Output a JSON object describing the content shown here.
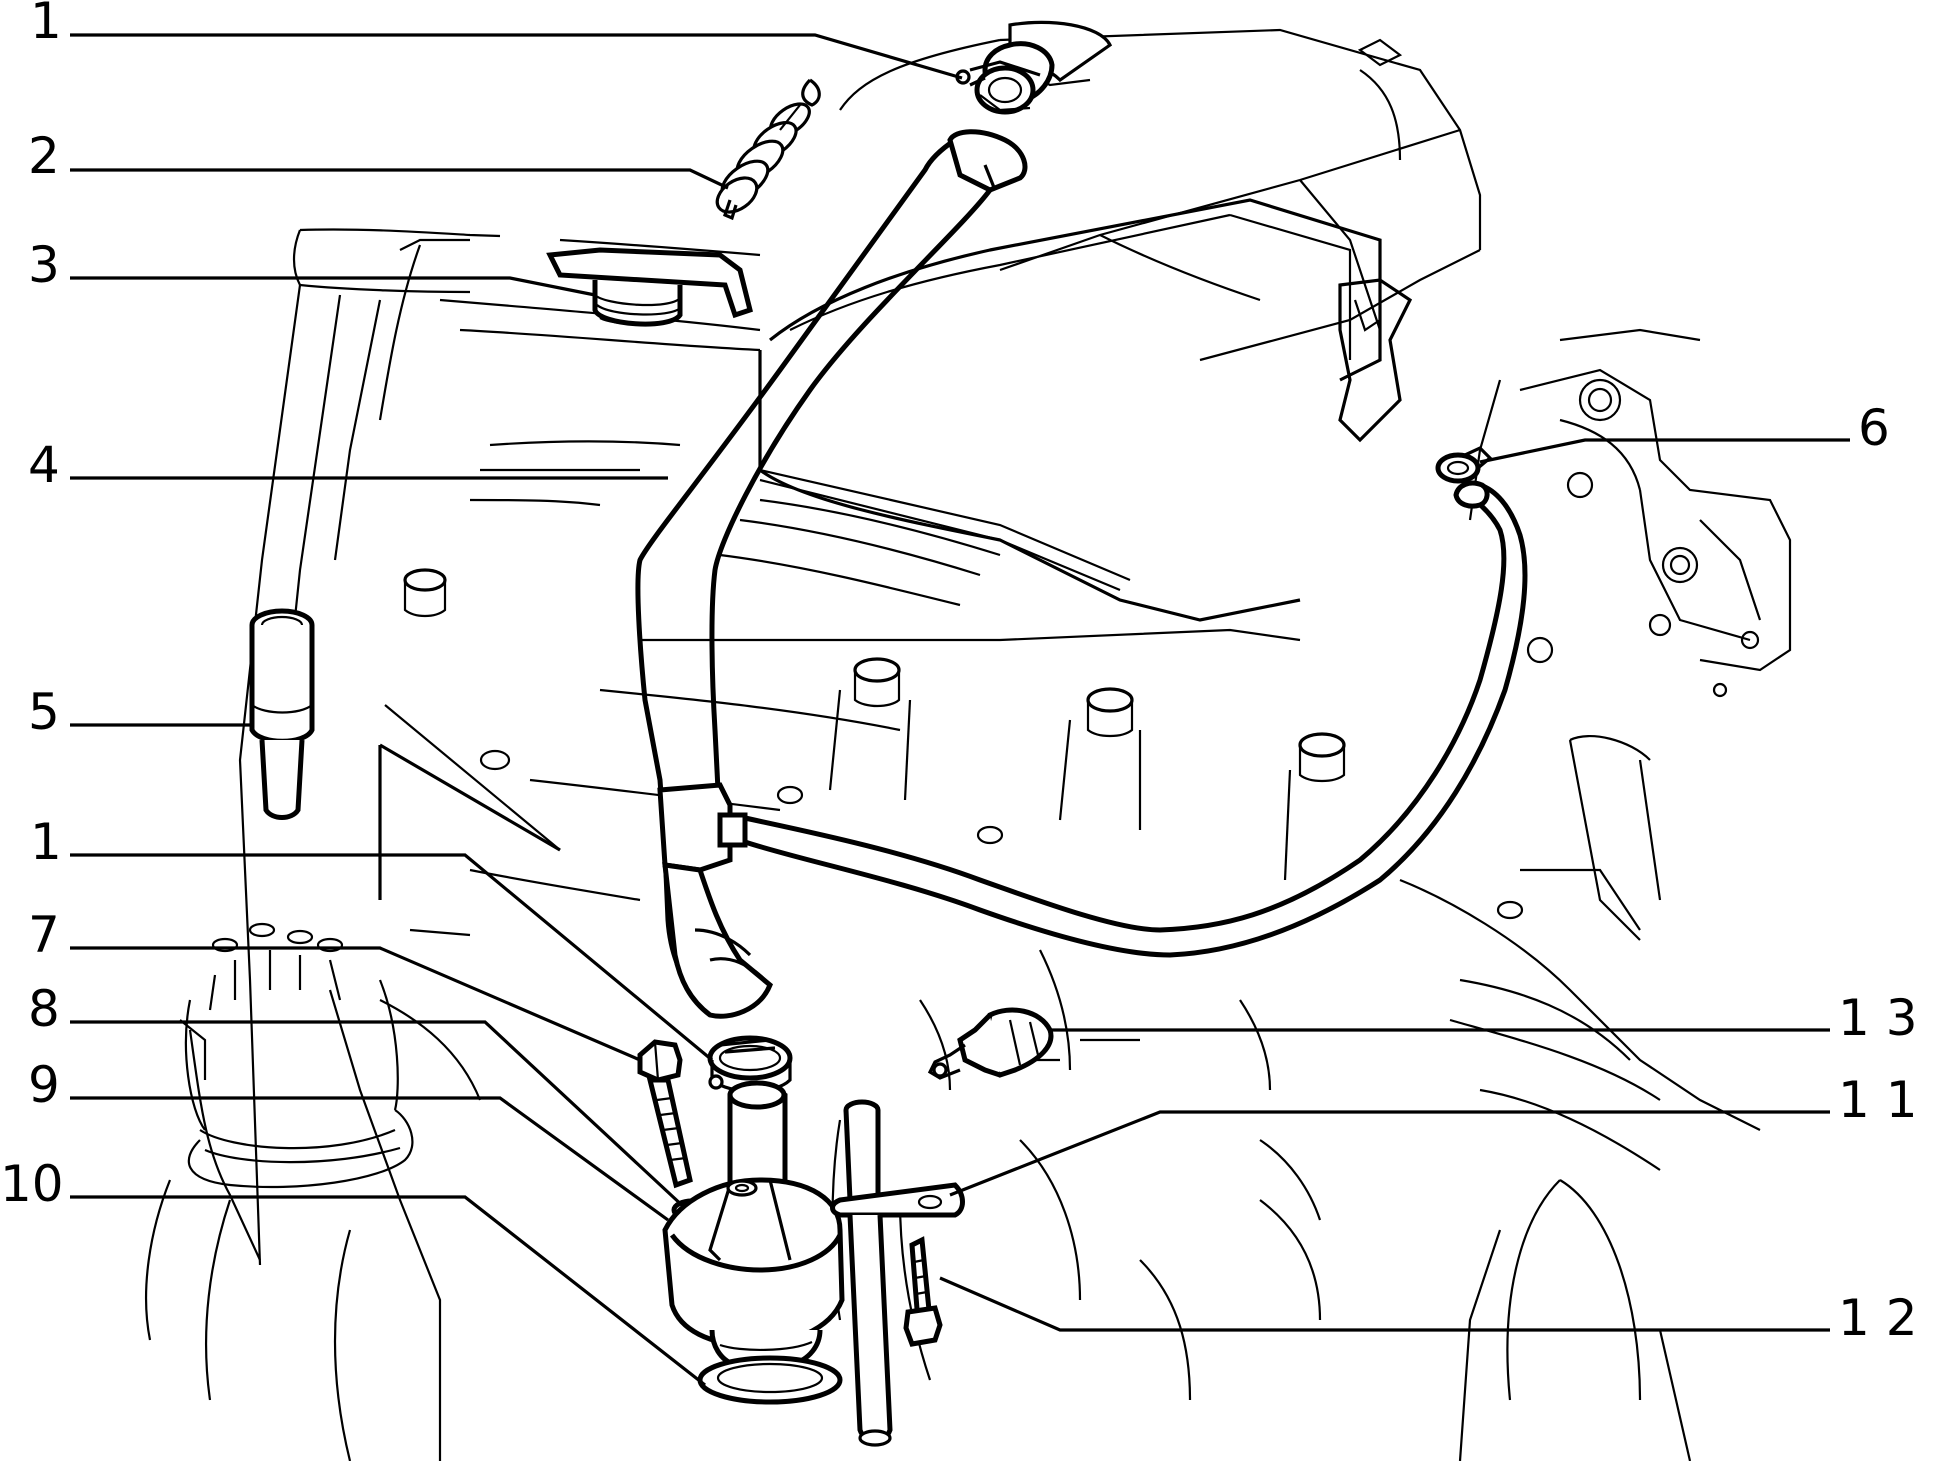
{
  "callouts": [
    {
      "id": "c1a",
      "label": "1"
    },
    {
      "id": "c2",
      "label": "2"
    },
    {
      "id": "c3",
      "label": "3"
    },
    {
      "id": "c4",
      "label": "4"
    },
    {
      "id": "c5",
      "label": "5"
    },
    {
      "id": "c1b",
      "label": "1"
    },
    {
      "id": "c7",
      "label": "7"
    },
    {
      "id": "c8",
      "label": "8"
    },
    {
      "id": "c9",
      "label": "9"
    },
    {
      "id": "c10",
      "label": "10"
    },
    {
      "id": "c6",
      "label": "6"
    },
    {
      "id": "c13",
      "label": "1 3"
    },
    {
      "id": "c11",
      "label": "1 1"
    },
    {
      "id": "c12",
      "label": "1 2"
    }
  ]
}
